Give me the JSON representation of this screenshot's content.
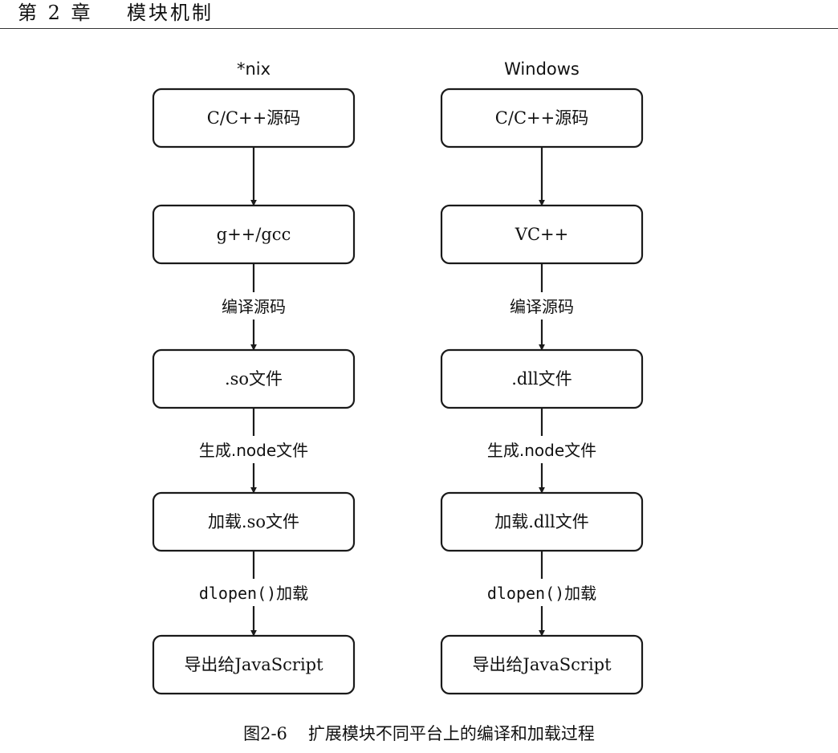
{
  "header": {
    "chapter": "第 2 章",
    "title": "模块机制"
  },
  "columns": [
    {
      "title": "*nix",
      "nodes": [
        "C/C++源码",
        "g++/gcc",
        ".so文件",
        "加载.so文件",
        "导出给JavaScript"
      ],
      "edges": [
        {
          "label": ""
        },
        {
          "label": "编译源码"
        },
        {
          "label": "生成.node文件"
        },
        {
          "code": "dlopen()",
          "label": "加载"
        }
      ]
    },
    {
      "title": "Windows",
      "nodes": [
        "C/C++源码",
        "VC++",
        ".dll文件",
        "加载.dll文件",
        "导出给JavaScript"
      ],
      "edges": [
        {
          "label": ""
        },
        {
          "label": "编译源码"
        },
        {
          "label": "生成.node文件"
        },
        {
          "code": "dlopen()",
          "label": "加载"
        }
      ]
    }
  ],
  "caption": {
    "number": "图2-6",
    "text": "扩展模块不同平台上的编译和加载过程"
  },
  "colors": {
    "stroke": "#1a1a1a",
    "text": "#111111",
    "background": "#ffffff"
  }
}
